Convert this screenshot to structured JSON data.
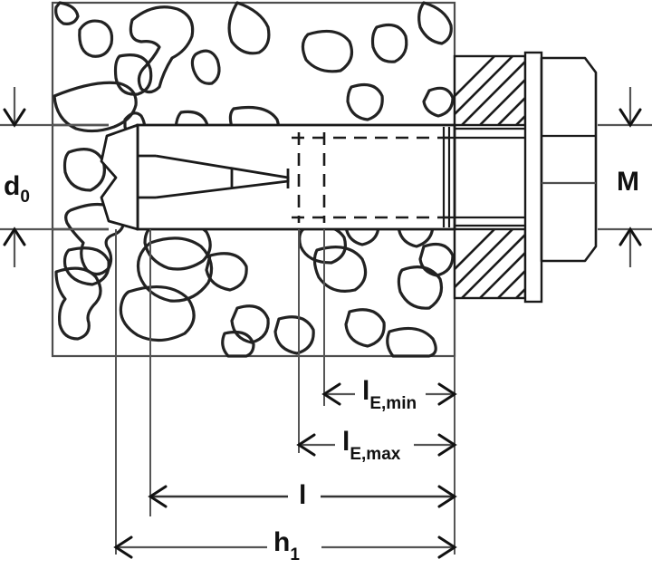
{
  "figure": {
    "title": "Anchor bolt installation cross-section",
    "type": "technical-drawing",
    "colors": {
      "outline": "#1a1a1a",
      "dimension_line": "#555555",
      "aggregate": "#222222",
      "background": "#ffffff",
      "hatch": "#1a1a1a"
    }
  },
  "components": [
    {
      "id": "concrete-block",
      "label": "concrete base material with aggregate"
    },
    {
      "id": "drilled-hole",
      "label": "drilled hole"
    },
    {
      "id": "expansion-sleeve",
      "label": "expansion sleeve"
    },
    {
      "id": "expander-cone",
      "label": "expander cone"
    },
    {
      "id": "threaded-rod",
      "label": "threaded rod"
    },
    {
      "id": "fixture-plate",
      "label": "fixture plate (hatched)"
    },
    {
      "id": "washer",
      "label": "washer"
    },
    {
      "id": "hex-nut",
      "label": "hexagon nut"
    }
  ],
  "dimensions": {
    "d0": {
      "symbol": "d",
      "subscript": "0",
      "meaning": "drill hole diameter",
      "orientation": "vertical",
      "side": "left"
    },
    "M": {
      "symbol": "M",
      "subscript": "",
      "meaning": "thread size",
      "orientation": "vertical",
      "side": "right"
    },
    "lEmin": {
      "symbol": "l",
      "subscript": "E,min",
      "meaning": "minimum embedment depth",
      "orientation": "horizontal"
    },
    "lEmax": {
      "symbol": "l",
      "subscript": "E,max",
      "meaning": "maximum embedment depth",
      "orientation": "horizontal"
    },
    "l": {
      "symbol": "l",
      "subscript": "",
      "meaning": "anchor length",
      "orientation": "horizontal"
    },
    "h1": {
      "symbol": "h",
      "subscript": "1",
      "meaning": "drill hole depth",
      "orientation": "horizontal"
    }
  }
}
